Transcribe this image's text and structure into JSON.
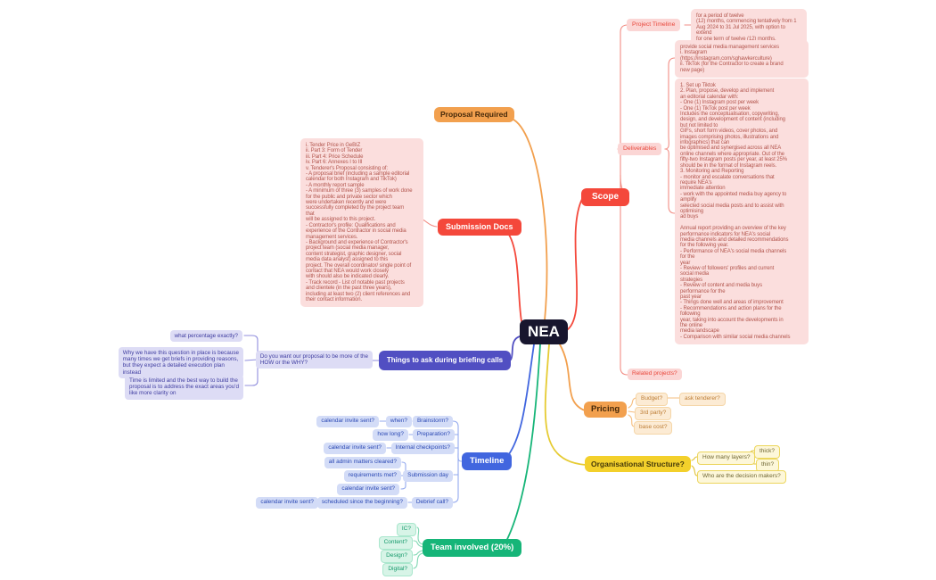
{
  "root": {
    "label": "NEA"
  },
  "colors": {
    "root_bg": "#18162e",
    "red": "#f4483b",
    "pink_note": "#fbdedd",
    "orange": "#f2a04e",
    "yellow": "#f3d02b",
    "indigo": "#514fc2",
    "blue": "#4166df",
    "green": "#16b578"
  },
  "proposal": {
    "label": "Proposal Required"
  },
  "submission": {
    "label": "Submission Docs",
    "note": "i. Tender Price in GeBIZ\nii. Part 3: Form of Tender\niii. Part 4: Price Schedule\niv. Part 6: Annexes I to III\nv. Tenderer's Proposal consisting of:\n- A proposal brief (including a sample editorial\ncalendar for both Instagram and TikTok)\n- A monthly report sample\n- A minimum of three (3) samples of work done\nfor the public and private sector which\nwere undertaken recently and were\nsuccessfully completed by the project team\nthat\nwill be assigned to this project.\n- Contractor's profile: Qualifications and\nexperience of the Contractor in social media\nmanagement services.\n- Background and experience of Contractor's\nproject team (social media manager,\ncontent strategist, graphic designer, social\nmedia data analyst) assigned to this\nproject. The overall coordinator/ single point of\ncontact that NEA would work closely\nwith should also be indicated clearly.\n- Track record - List of notable past projects\nand clientele (in the past three years),\nincluding at least two (2) client references and\ntheir contact information."
  },
  "scope": {
    "label": "Scope",
    "project_timeline": {
      "label": "Project Timeline",
      "note": "for a period of twelve\n(12) months, commencing tentatively from 1\nAug 2024 to 31 Jul 2025, with option to extend\nfor one term of twelve (12) months."
    },
    "deliverables": {
      "label": "Deliverables",
      "note_channels": "provide social media management services\ni. Instagram\n(https://instagram.com/sghawkerculture)\nii. TikTok (for the Contractor to create a brand\nnew page)",
      "note_details": "1. Set up Tiktok\n2. Plan, propose, develop and implement\nan editorial calendar with:\n- One (1) Instagram post per week\n- One (1) TikTok post per week\nIncludes the conceptualisation, copywriting,\ndesign, and development of content (including\nbut not limited to\nGIFs, short form videos, cover photos, and\nimages comprising photos, illustrations and\ninfographics) that can\nbe optimised and synergised across all NEA\nonline channels where appropriate. Out of the\nfifty-two Instagram posts per year, at least 25%\nshould be in the format of Instagram reels.\n3. Monitoring and Reporting\n- monitor and escalate conversations that\nrequire NEA's\nimmediate attention\n- work with the appointed media buy agency to\namplify\nselected social media posts and to assist with\noptimising\nad buys\n\nAnnual report providing an overview of the key\nperformance indicators for NEA's social\nmedia channels and detailed recommendations\nfor the following year.\n- Performance of NEA's social media channels\nfor the\nyear\n- Review of followers' profiles and current\nsocial media\nstrategies\n- Review of content and media buys\nperformance for the\npast year\n- Things done well and areas of improvement\n- Recommendations and action plans for the\nfollowing\nyear, taking into account the developments in\nthe online\nmedia landscape\n- Comparison with similar social media channels"
    },
    "related": {
      "label": "Related projects?"
    }
  },
  "briefing": {
    "label": "Things to ask during briefing calls",
    "question": "Do you want our proposal to be more of the\nHOW or the WHY?",
    "percentage": "what percentage exactly?",
    "why": "Why we have this question in place is because\nmany times we get briefs in providing reasons,\nbut they expect a detailed execution plan\ninstead",
    "time": "Time is limited and the best way to build the\nproposal is to address the exact areas you'd\nlike more clarity on"
  },
  "pricing": {
    "label": "Pricing",
    "budget": "Budget?",
    "ask_tenderer": "ask tenderer?",
    "third_party": "3rd party?",
    "base_cost": "base cost?"
  },
  "org": {
    "label": "Organisational Structure?",
    "layers": "How many layers?",
    "thick": "thick?",
    "thin": "thin?",
    "decision_makers": "Who are the decision makers?"
  },
  "timeline": {
    "label": "Timeline",
    "brainstorm": "Brainstorm?",
    "when": "when?",
    "calendar1": "calendar invite sent?",
    "preparation": "Preparation?",
    "how_long": "how long?",
    "checkpoints": "Internal checkpoints?",
    "calendar2": "calendar invite sent?",
    "submission_day": "Submission day",
    "admin": "all admin matters cleared?",
    "requirements": "requirements met?",
    "calendar3": "calendar invite sent?",
    "debrief": "Debrief call?",
    "scheduled": "scheduled since the beginning?",
    "calendar4": "calendar invite sent?"
  },
  "team": {
    "label": "Team involved (20%)",
    "ic": "IC?",
    "content": "Content?",
    "design": "Design?",
    "digital": "Digital?"
  }
}
